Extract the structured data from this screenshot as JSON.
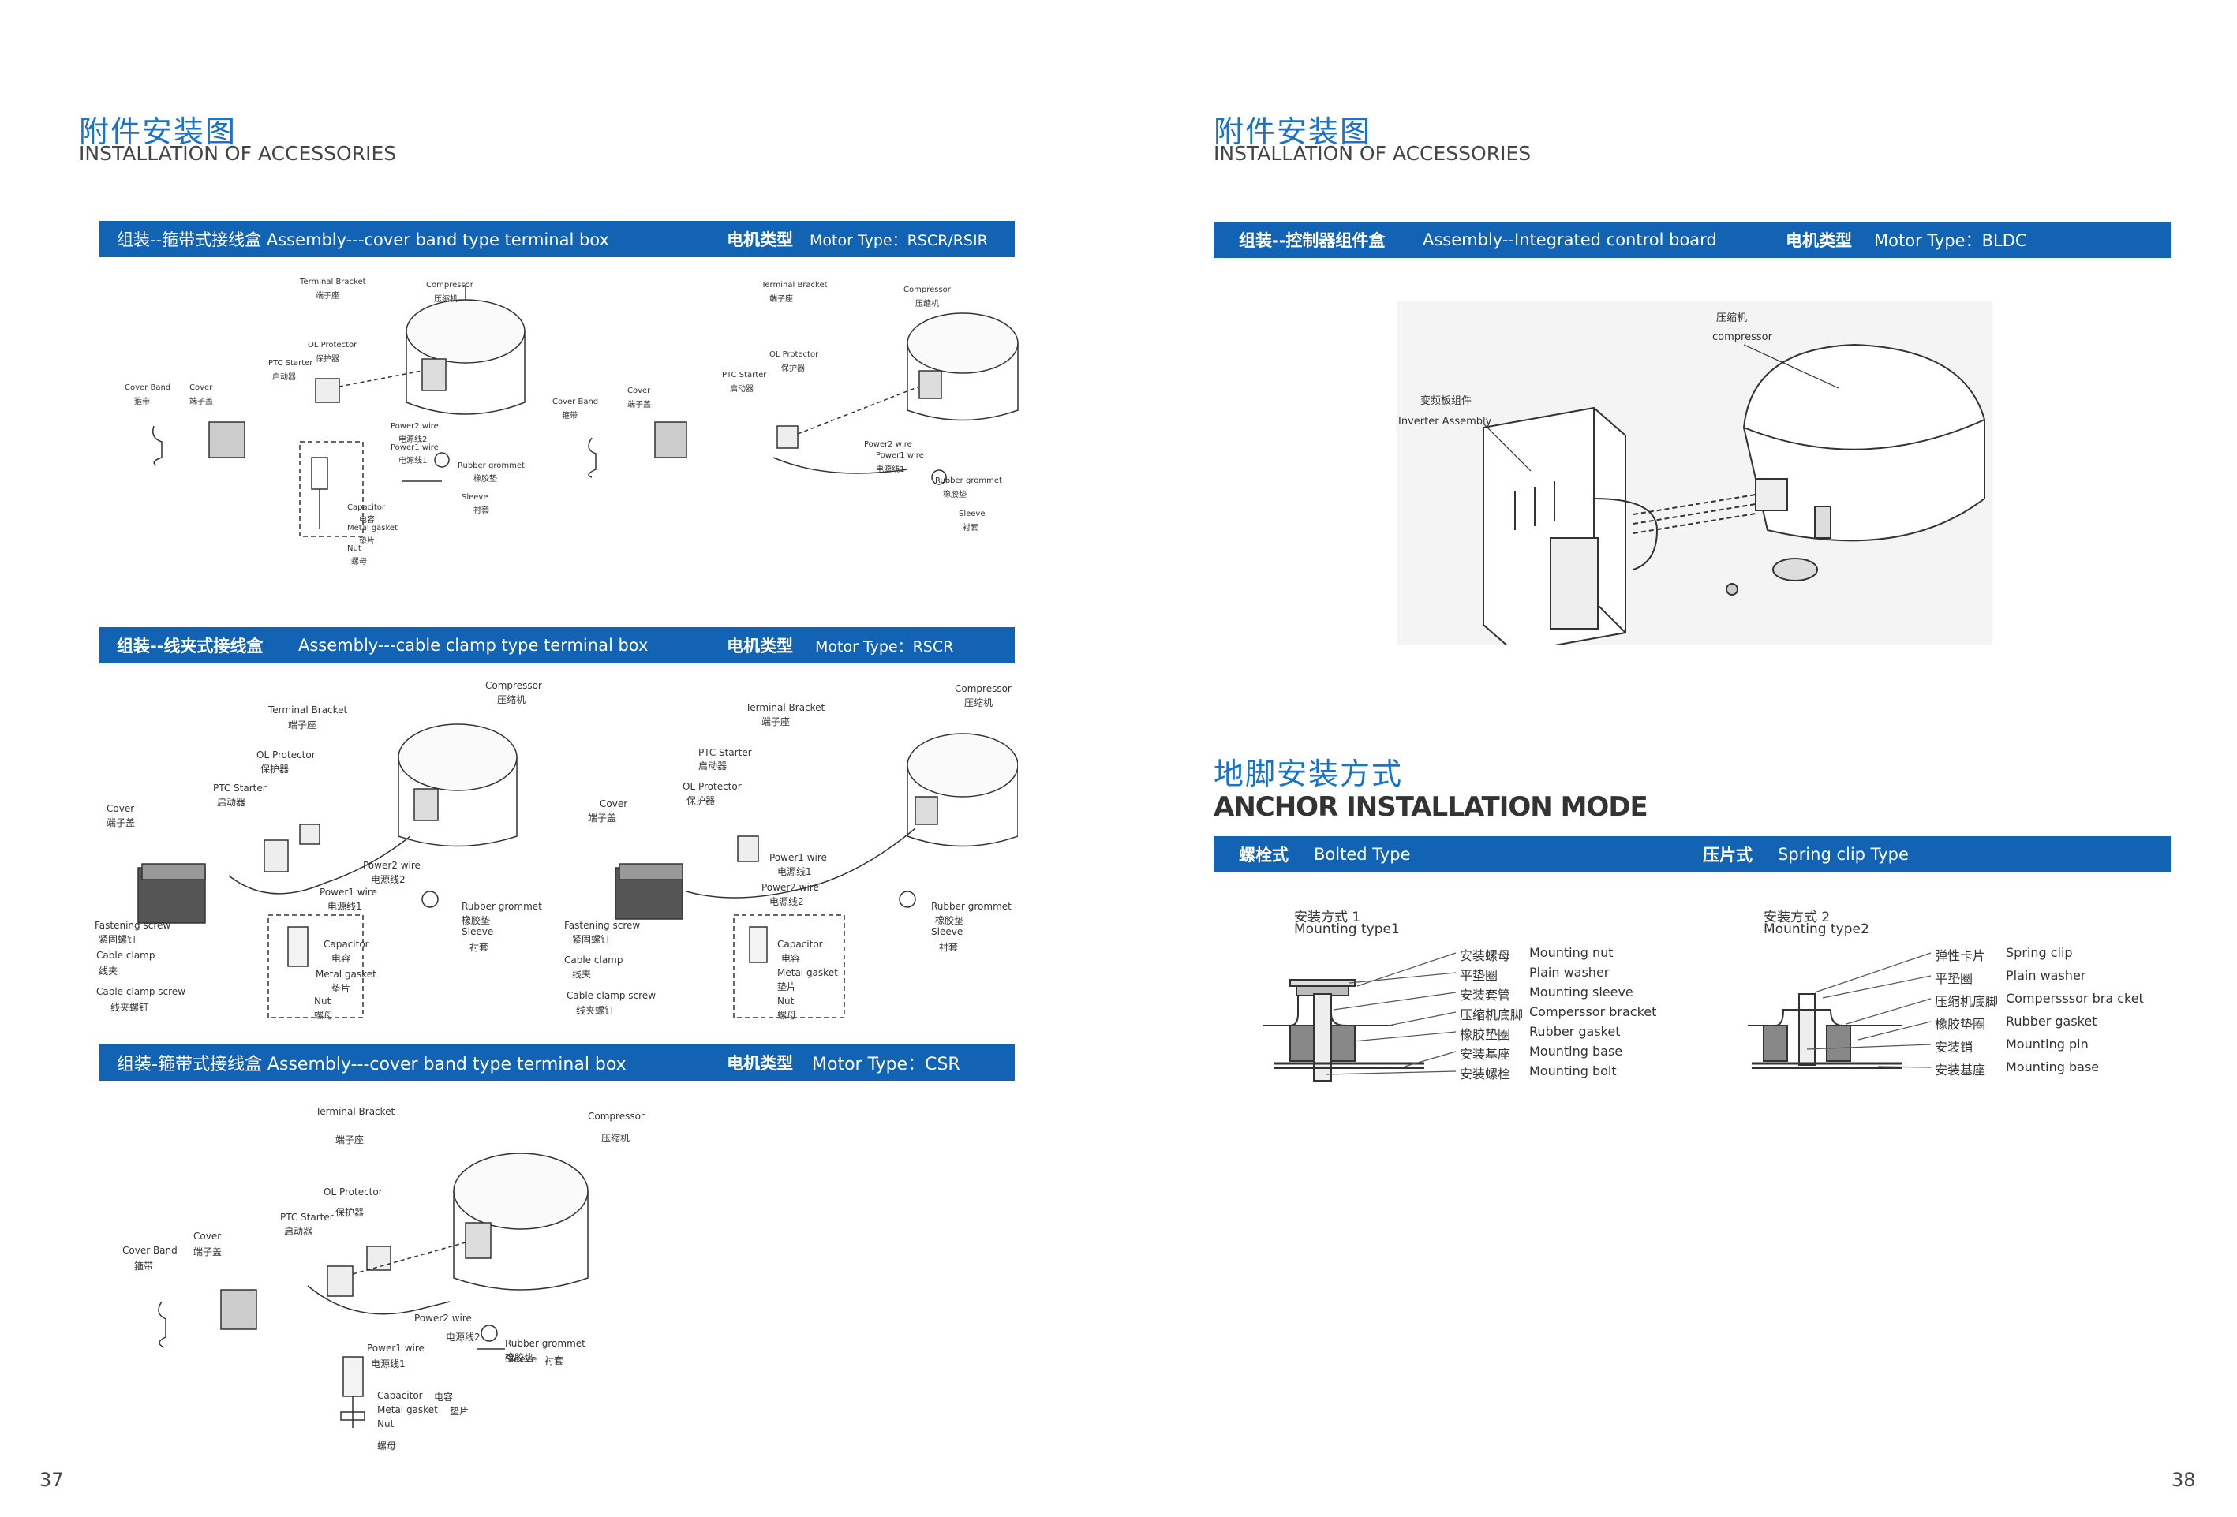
{
  "left": {
    "title_cn": "附件安装图",
    "title_en": "INSTALLATION OF ACCESSORIES",
    "bar1": {
      "assembly": "组装--箍带式接线盒 Assembly---cover band type terminal box",
      "motor_cn": "电机类型",
      "motor_en": "Motor Type：RSCR/RSIR"
    },
    "bar2": {
      "assembly_cn": "组装--线夹式接线盒",
      "assembly_en": "Assembly---cable clamp type terminal box",
      "motor_cn": "电机类型",
      "motor_en": "Motor Type：RSCR"
    },
    "bar3": {
      "assembly": "组装-箍带式接线盒 Assembly---cover band type terminal box",
      "motor_cn": "电机类型",
      "motor_en": "Motor Type：CSR"
    },
    "d1a": {
      "terminal_bracket": "Terminal Bracket",
      "terminal_bracket_cn": "端子座",
      "compressor": "Compressor",
      "compressor_cn": "压缩机",
      "ol_protector": "OL Protector",
      "ol_protector_cn": "保护器",
      "ptc_starter": "PTC Starter",
      "ptc_starter_cn": "启动器",
      "cover_band": "Cover Band",
      "cover_band_cn": "箍带",
      "cover": "Cover",
      "cover_cn": "端子盖",
      "power2_wire": "Power2 wire",
      "power2_wire_cn": "电源线2",
      "power1_wire": "Power1 wire",
      "power1_wire_cn": "电源线1",
      "rubber_grommet": "Rubber grommet",
      "rubber_grommet_cn": "橡胶垫",
      "sleeve": "Sleeve",
      "sleeve_cn": "衬套",
      "capacitor": "Capacitor",
      "capacitor_cn": "电容",
      "metal_gasket": "Metal gasket",
      "metal_gasket_cn": "垫片",
      "nut": "Nut",
      "nut_cn": "螺母"
    },
    "d2a": {
      "compressor": "Compressor",
      "compressor_cn": "压缩机",
      "terminal_bracket": "Terminal Bracket",
      "terminal_bracket_cn": "端子座",
      "ol_protector": "OL Protector",
      "ol_protector_cn": "保护器",
      "ptc_starter": "PTC Starter",
      "ptc_starter_cn": "启动器",
      "cover": "Cover",
      "cover_cn": "端子盖",
      "power2_wire": "Power2 wire",
      "power2_wire_cn": "电源线2",
      "power1_wire": "Power1 wire",
      "power1_wire_cn": "电源线1",
      "rubber_grommet": "Rubber grommet",
      "rubber_grommet_cn": "橡胶垫",
      "sleeve": "Sleeve",
      "sleeve_cn": "衬套",
      "fastening_screw": "Fastening screw",
      "fastening_screw_cn": "紧固螺钉",
      "cable_clamp": "Cable clamp",
      "cable_clamp_cn": "线夹",
      "cable_clamp_screw": "Cable clamp screw",
      "cable_clamp_screw_cn": "线夹螺钉",
      "capacitor": "Capacitor",
      "capacitor_cn": "电容",
      "metal_gasket": "Metal gasket",
      "metal_gasket_cn": "垫片",
      "nut": "Nut",
      "nut_cn": "螺母"
    },
    "d3": {
      "terminal_bracket": "Terminal Bracket",
      "terminal_bracket_cn": "端子座",
      "compressor": "Compressor",
      "compressor_cn": "压缩机",
      "ol_protector": "OL Protector",
      "ol_protector_cn": "保护器",
      "ptc_starter": "PTC Starter",
      "ptc_starter_cn": "启动器",
      "cover_band": "Cover Band",
      "cover_band_cn": "箍带",
      "cover": "Cover",
      "cover_cn": "端子盖",
      "power2_wire": "Power2 wire",
      "power2_wire_cn": "电源线2",
      "power1_wire": "Power1 wire",
      "power1_wire_cn": "电源线1",
      "rubber_grommet": "Rubber grommet",
      "rubber_grommet_cn": "橡胶垫",
      "sleeve": "Sleeve",
      "sleeve_cn": "衬套",
      "capacitor": "Capacitor",
      "capacitor_cn": "电容",
      "metal_gasket": "Metal gasket",
      "metal_gasket_cn": "垫片",
      "nut": "Nut",
      "nut_cn": "螺母"
    },
    "page_number": "37"
  },
  "right": {
    "title_cn": "附件安装图",
    "title_en": "INSTALLATION OF ACCESSORIES",
    "bar1": {
      "assembly_cn": "组装--控制器组件盒",
      "assembly_en": "Assembly--Integrated control board",
      "motor_cn": "电机类型",
      "motor_en": "Motor Type：BLDC"
    },
    "inverter": {
      "compressor_cn": "压缩机",
      "compressor": "compressor",
      "inverter_cn": "变频板组件",
      "inverter": "Inverter Assembly"
    },
    "anchor_title_cn": "地脚安装方式",
    "anchor_title_en": "ANCHOR INSTALLATION MODE",
    "bar2": {
      "bolted_cn": "螺栓式",
      "bolted_en": "Bolted Type",
      "clip_cn": "压片式",
      "clip_en": "Spring clip Type"
    },
    "type1": {
      "heading_cn": "安装方式 1",
      "heading_en": "Mounting type1",
      "labels": [
        {
          "cn": "安装螺母",
          "en": "Mounting nut"
        },
        {
          "cn": "平垫圈",
          "en": "Plain washer"
        },
        {
          "cn": "安装套管",
          "en": "Mounting sleeve"
        },
        {
          "cn": "压缩机底脚",
          "en": "Comperssor bracket"
        },
        {
          "cn": "橡胶垫圈",
          "en": "Rubber gasket"
        },
        {
          "cn": "安装基座",
          "en": "Mounting base"
        },
        {
          "cn": "安装螺栓",
          "en": "Mounting bolt"
        }
      ]
    },
    "type2": {
      "heading_cn": "安装方式 2",
      "heading_en": "Mounting type2",
      "labels": [
        {
          "cn": "弹性卡片",
          "en": "Spring clip"
        },
        {
          "cn": "平垫圈",
          "en": "Plain washer"
        },
        {
          "cn": "压缩机底脚",
          "en": "Compersssor bra cket"
        },
        {
          "cn": "橡胶垫圈",
          "en": "Rubber gasket"
        },
        {
          "cn": "安装销",
          "en": "Mounting pin"
        },
        {
          "cn": "安装基座",
          "en": "Mounting base"
        }
      ]
    },
    "page_number": "38"
  }
}
